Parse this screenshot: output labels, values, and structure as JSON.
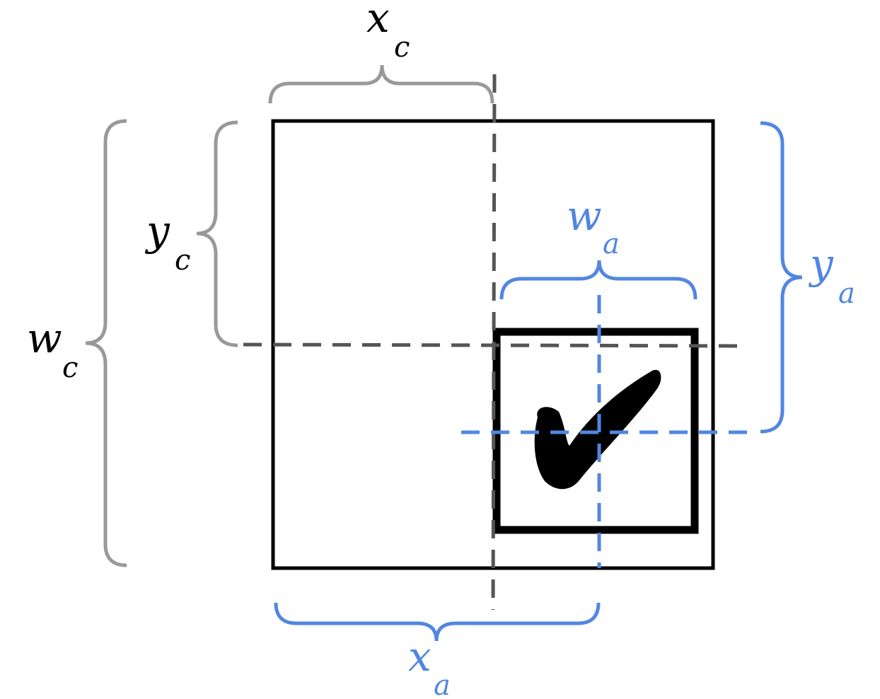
{
  "colors": {
    "context": "#999999",
    "anchor": "#5286e0",
    "frame": "#000000",
    "dash": "#555555",
    "background": "#ffffff"
  },
  "icons": {
    "checkmark": "checkmark-icon"
  },
  "labels": {
    "xc": {
      "main": "x",
      "sub": "c"
    },
    "yc": {
      "main": "y",
      "sub": "c"
    },
    "wc": {
      "main": "w",
      "sub": "c"
    },
    "wa": {
      "main": "w",
      "sub": "a"
    },
    "ya": {
      "main": "y",
      "sub": "a"
    },
    "xa": {
      "main": "x",
      "sub": "a"
    }
  }
}
